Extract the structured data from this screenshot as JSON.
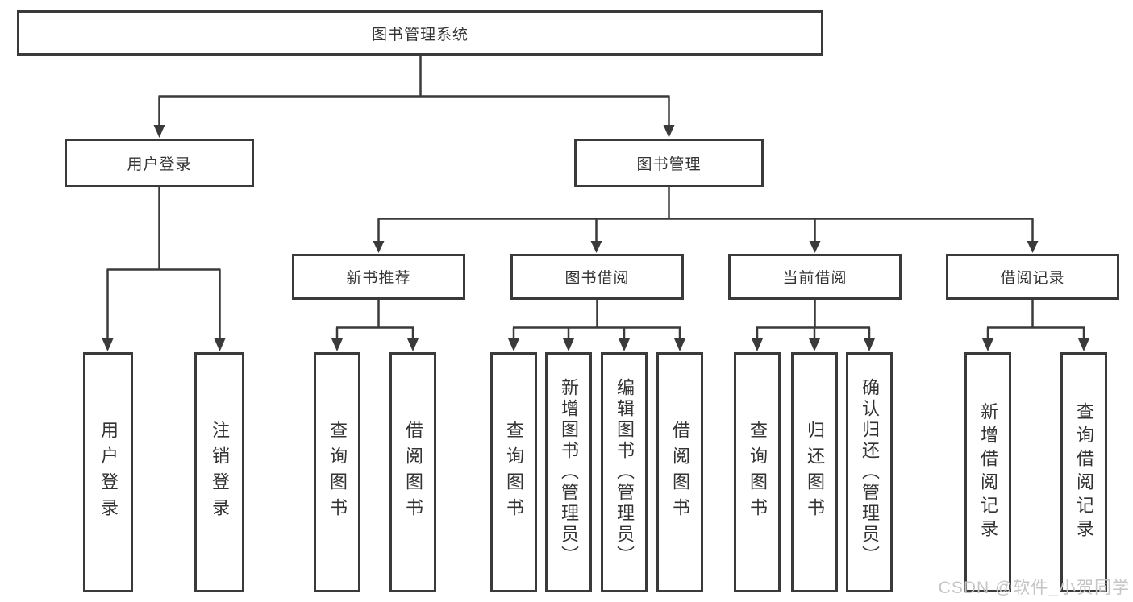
{
  "title": "图书管理系统",
  "watermark": "CSDN @软件_小贺同学",
  "colors": {
    "line": "#3a3a3a",
    "box_border": "#3a3a3a",
    "text": "#333333",
    "watermark_text": "#c5c5c5",
    "background": "#ffffff"
  },
  "tree": {
    "root": "图书管理系统",
    "children": [
      {
        "label": "用户登录",
        "children": [
          "用户登录",
          "注销登录"
        ]
      },
      {
        "label": "图书管理",
        "children": [
          {
            "label": "新书推荐",
            "children": [
              "查询图书",
              "借阅图书"
            ]
          },
          {
            "label": "图书借阅",
            "children": [
              "查询图书",
              "新增图书（管理员）",
              "编辑图书（管理员）",
              "借阅图书"
            ]
          },
          {
            "label": "当前借阅",
            "children": [
              "查询图书",
              "归还图书",
              "确认归还（管理员）"
            ]
          },
          {
            "label": "借阅记录",
            "children": [
              "新增借阅记录",
              "查询借阅记录"
            ]
          }
        ]
      }
    ]
  }
}
